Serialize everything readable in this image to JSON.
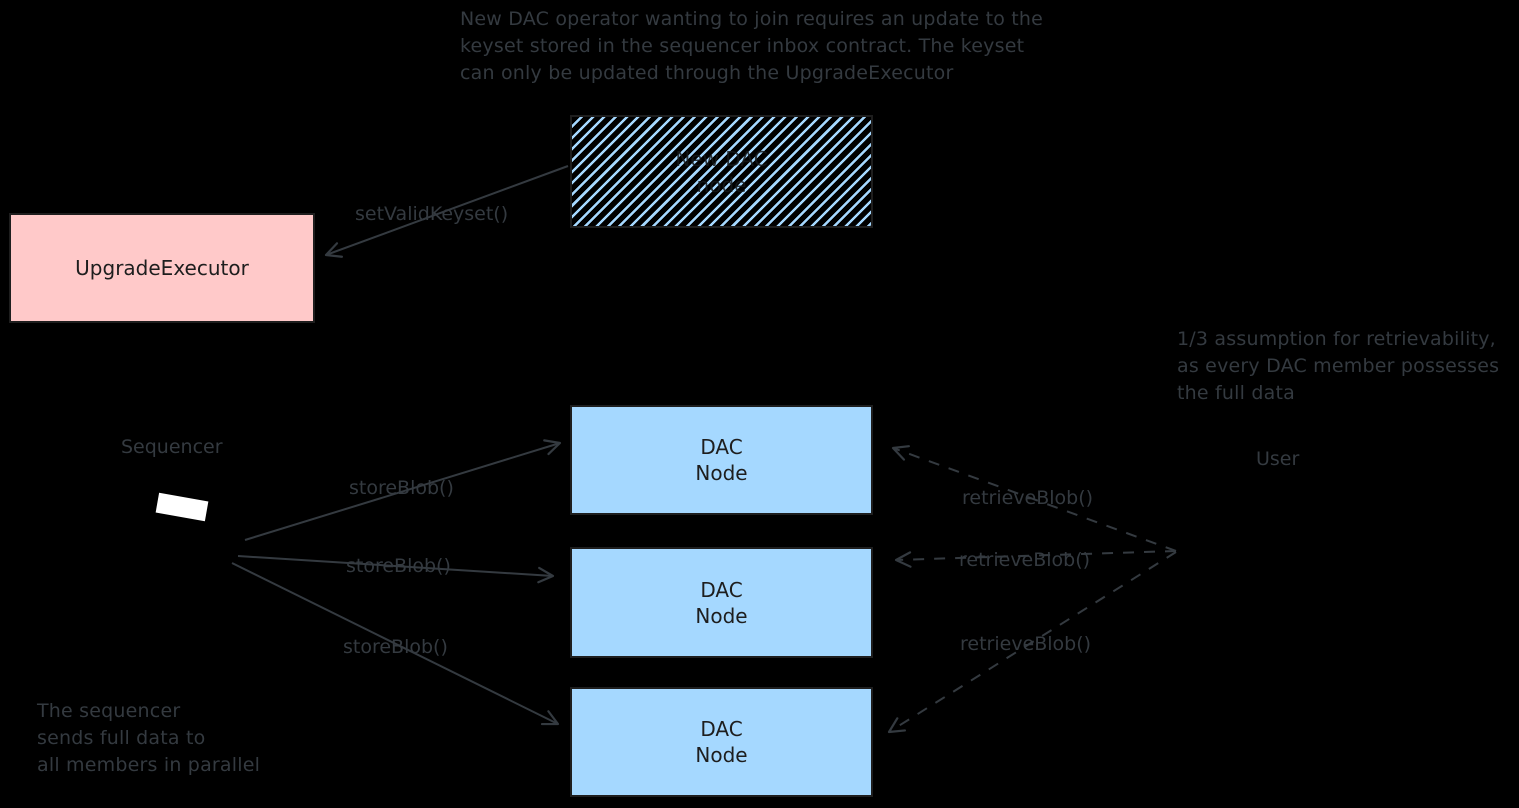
{
  "colors": {
    "background": "#000000",
    "stroke": "#343a40",
    "box_border": "#1e1e1e",
    "box_text": "#1e1e1e",
    "pink_fill": "#ffc9c9",
    "blue_fill": "#a5d8ff",
    "sequencer_chip": "#ffffff"
  },
  "notes": {
    "keyset_note": "New DAC operator wanting to join requires an update to the\nkeyset stored in the sequencer inbox contract. The keyset\ncan only be updated through the UpgradeExecutor",
    "assumption_note": "1/3 assumption for retrievability,\nas every DAC member possesses\nthe full data",
    "parallel_note": "The sequencer\nsends full data to\nall members in parallel"
  },
  "nodes": {
    "new_dac_node": {
      "label": "New DAC\nnode"
    },
    "upgrade_executor": {
      "label": "UpgradeExecutor"
    },
    "sequencer": {
      "label": "Sequencer"
    },
    "dac_node_1": {
      "label": "DAC\nNode"
    },
    "dac_node_2": {
      "label": "DAC\nNode"
    },
    "dac_node_3": {
      "label": "DAC\nNode"
    },
    "user": {
      "label": "User"
    }
  },
  "edges": {
    "set_valid_keyset": {
      "label": "setValidKeyset()"
    },
    "store_blob_1": {
      "label": "storeBlob()"
    },
    "store_blob_2": {
      "label": "storeBlob()"
    },
    "store_blob_3": {
      "label": "storeBlob()"
    },
    "retrieve_blob_1": {
      "label": "retrieveBlob()"
    },
    "retrieve_blob_2": {
      "label": "retrieveBlob()"
    },
    "retrieve_blob_3": {
      "label": "retrieveBlob()"
    }
  }
}
